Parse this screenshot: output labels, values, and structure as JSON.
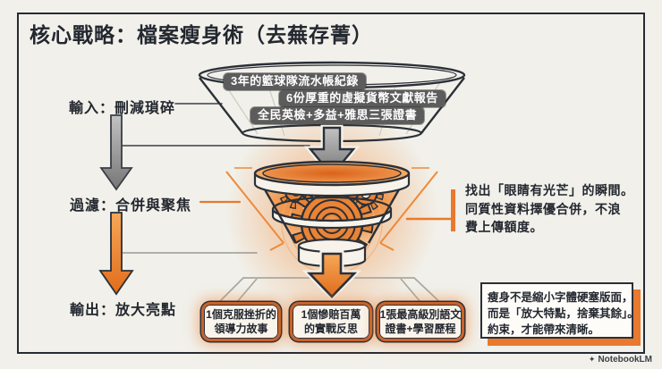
{
  "title": "核心戰略：檔案瘦身術（去蕪存菁）",
  "stages": {
    "input": {
      "label": "輸入：刪減瑣碎"
    },
    "filter": {
      "label": "過濾：合併與聚焦"
    },
    "output": {
      "label": "輸出：放大亮點"
    }
  },
  "funnel": {
    "input_items": [
      "3年的籃球隊流水帳紀錄",
      "6份厚重的虛擬貨幣文獻報告",
      "全民英檢+多益+雅思三張證書"
    ]
  },
  "callout": {
    "lines": [
      "找出「眼睛有光芒」的瞬間。",
      "同質性資料擇優合併，不浪",
      "費上傳額度。"
    ]
  },
  "outputs": [
    {
      "lines": [
        "1個克服挫折的",
        "領導力故事"
      ]
    },
    {
      "lines": [
        "1個慘賠百萬",
        "的實戰反思"
      ]
    },
    {
      "lines": [
        "1張最高級別語文",
        "證書+學習歷程"
      ]
    }
  ],
  "note": {
    "lines": [
      "瘦身不是縮小字體硬塞版面，",
      "而是「放大特點，捨棄其餘」。",
      "約束，才能帶來清晰。"
    ]
  },
  "watermark": {
    "glyph": "✦",
    "label": "NotebookLM"
  },
  "colors": {
    "accent_orange": "#E8792E",
    "deep_orange": "#C9622A",
    "dark_outline": "#23272F",
    "chip_gray": "#5C5C5C",
    "background": "#F1F0EA"
  }
}
